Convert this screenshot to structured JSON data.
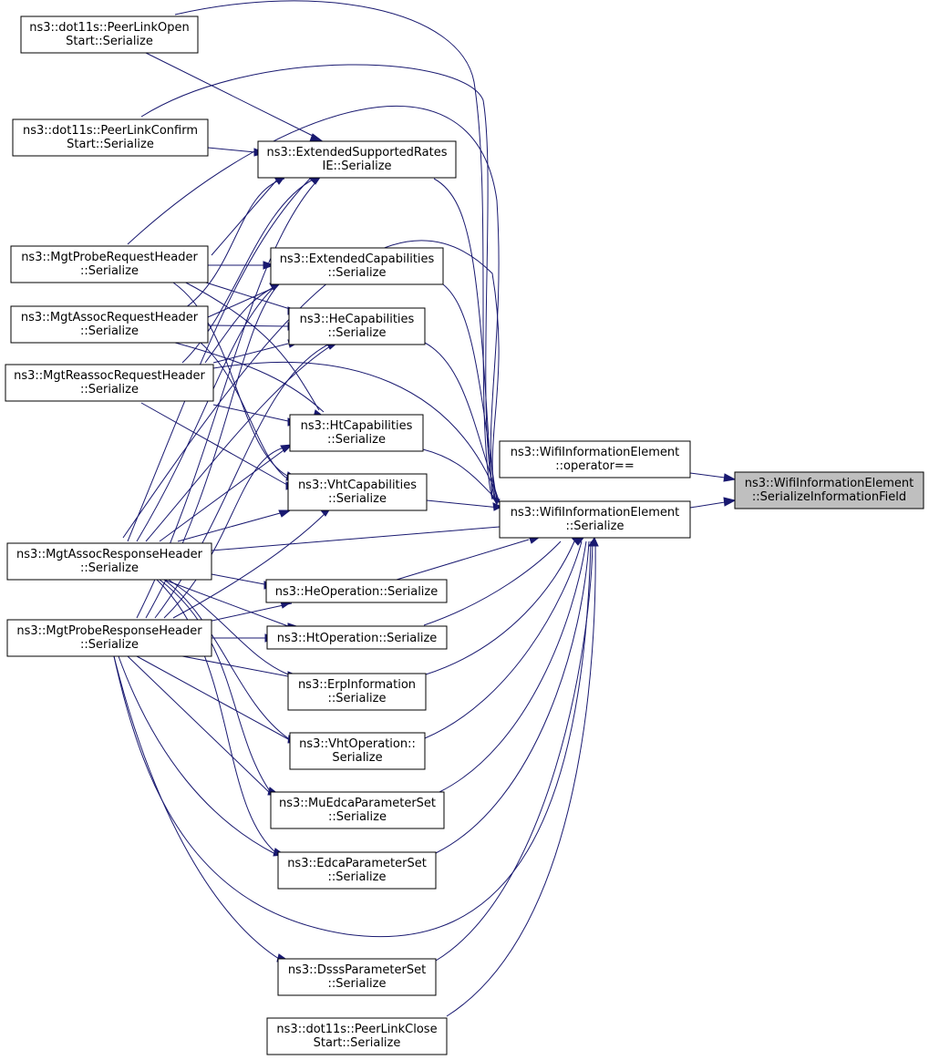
{
  "colors": {
    "edge": "#191970",
    "node_border": "#000000",
    "highlight_fill": "#bfbfbf"
  },
  "nodes": {
    "target": {
      "lines": [
        "ns3::WifiInformationElement",
        "::SerializeInformationField"
      ]
    },
    "wie_operator_eq": {
      "lines": [
        "ns3::WifiInformationElement",
        "::operator=="
      ]
    },
    "wie_serialize": {
      "lines": [
        "ns3::WifiInformationElement",
        "::Serialize"
      ]
    },
    "ext_supported_rates": {
      "lines": [
        "ns3::ExtendedSupportedRates",
        "IE::Serialize"
      ]
    },
    "ext_capabilities": {
      "lines": [
        "ns3::ExtendedCapabilities",
        "::Serialize"
      ]
    },
    "he_capabilities": {
      "lines": [
        "ns3::HeCapabilities",
        "::Serialize"
      ]
    },
    "ht_capabilities": {
      "lines": [
        "ns3::HtCapabilities",
        "::Serialize"
      ]
    },
    "vht_capabilities": {
      "lines": [
        "ns3::VhtCapabilities",
        "::Serialize"
      ]
    },
    "he_operation": {
      "lines": [
        "ns3::HeOperation::Serialize"
      ]
    },
    "ht_operation": {
      "lines": [
        "ns3::HtOperation::Serialize"
      ]
    },
    "erp_information": {
      "lines": [
        "ns3::ErpInformation",
        "::Serialize"
      ]
    },
    "vht_operation": {
      "lines": [
        "ns3::VhtOperation::",
        "Serialize"
      ]
    },
    "mu_edca": {
      "lines": [
        "ns3::MuEdcaParameterSet",
        "::Serialize"
      ]
    },
    "edca": {
      "lines": [
        "ns3::EdcaParameterSet",
        "::Serialize"
      ]
    },
    "dsss": {
      "lines": [
        "ns3::DsssParameterSet",
        "::Serialize"
      ]
    },
    "peer_link_close": {
      "lines": [
        "ns3::dot11s::PeerLinkClose",
        "Start::Serialize"
      ]
    },
    "peer_link_open": {
      "lines": [
        "ns3::dot11s::PeerLinkOpen",
        "Start::Serialize"
      ]
    },
    "peer_link_confirm": {
      "lines": [
        "ns3::dot11s::PeerLinkConfirm",
        "Start::Serialize"
      ]
    },
    "mgt_probe_request": {
      "lines": [
        "ns3::MgtProbeRequestHeader",
        "::Serialize"
      ]
    },
    "mgt_assoc_request": {
      "lines": [
        "ns3::MgtAssocRequestHeader",
        "::Serialize"
      ]
    },
    "mgt_reassoc_request": {
      "lines": [
        "ns3::MgtReassocRequestHeader",
        "::Serialize"
      ]
    },
    "mgt_assoc_response": {
      "lines": [
        "ns3::MgtAssocResponseHeader",
        "::Serialize"
      ]
    },
    "mgt_probe_response": {
      "lines": [
        "ns3::MgtProbeResponseHeader",
        "::Serialize"
      ]
    }
  }
}
